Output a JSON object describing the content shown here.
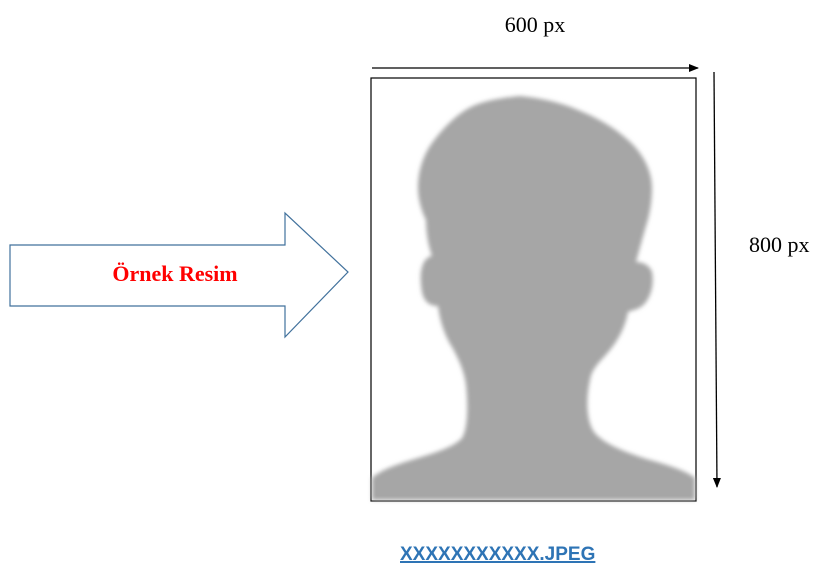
{
  "diagram": {
    "width_label": "600 px",
    "height_label": "800 px",
    "arrow_label": "Örnek Resim",
    "photo_placeholder_icon": "person-silhouette-icon",
    "filename_link": "XXXXXXXXXXX.JPEG"
  },
  "colors": {
    "arrow_label": "#ff0000",
    "arrow_outline": "#41719c",
    "silhouette": "#a6a6a6",
    "filename_link": "#2e74b5"
  }
}
